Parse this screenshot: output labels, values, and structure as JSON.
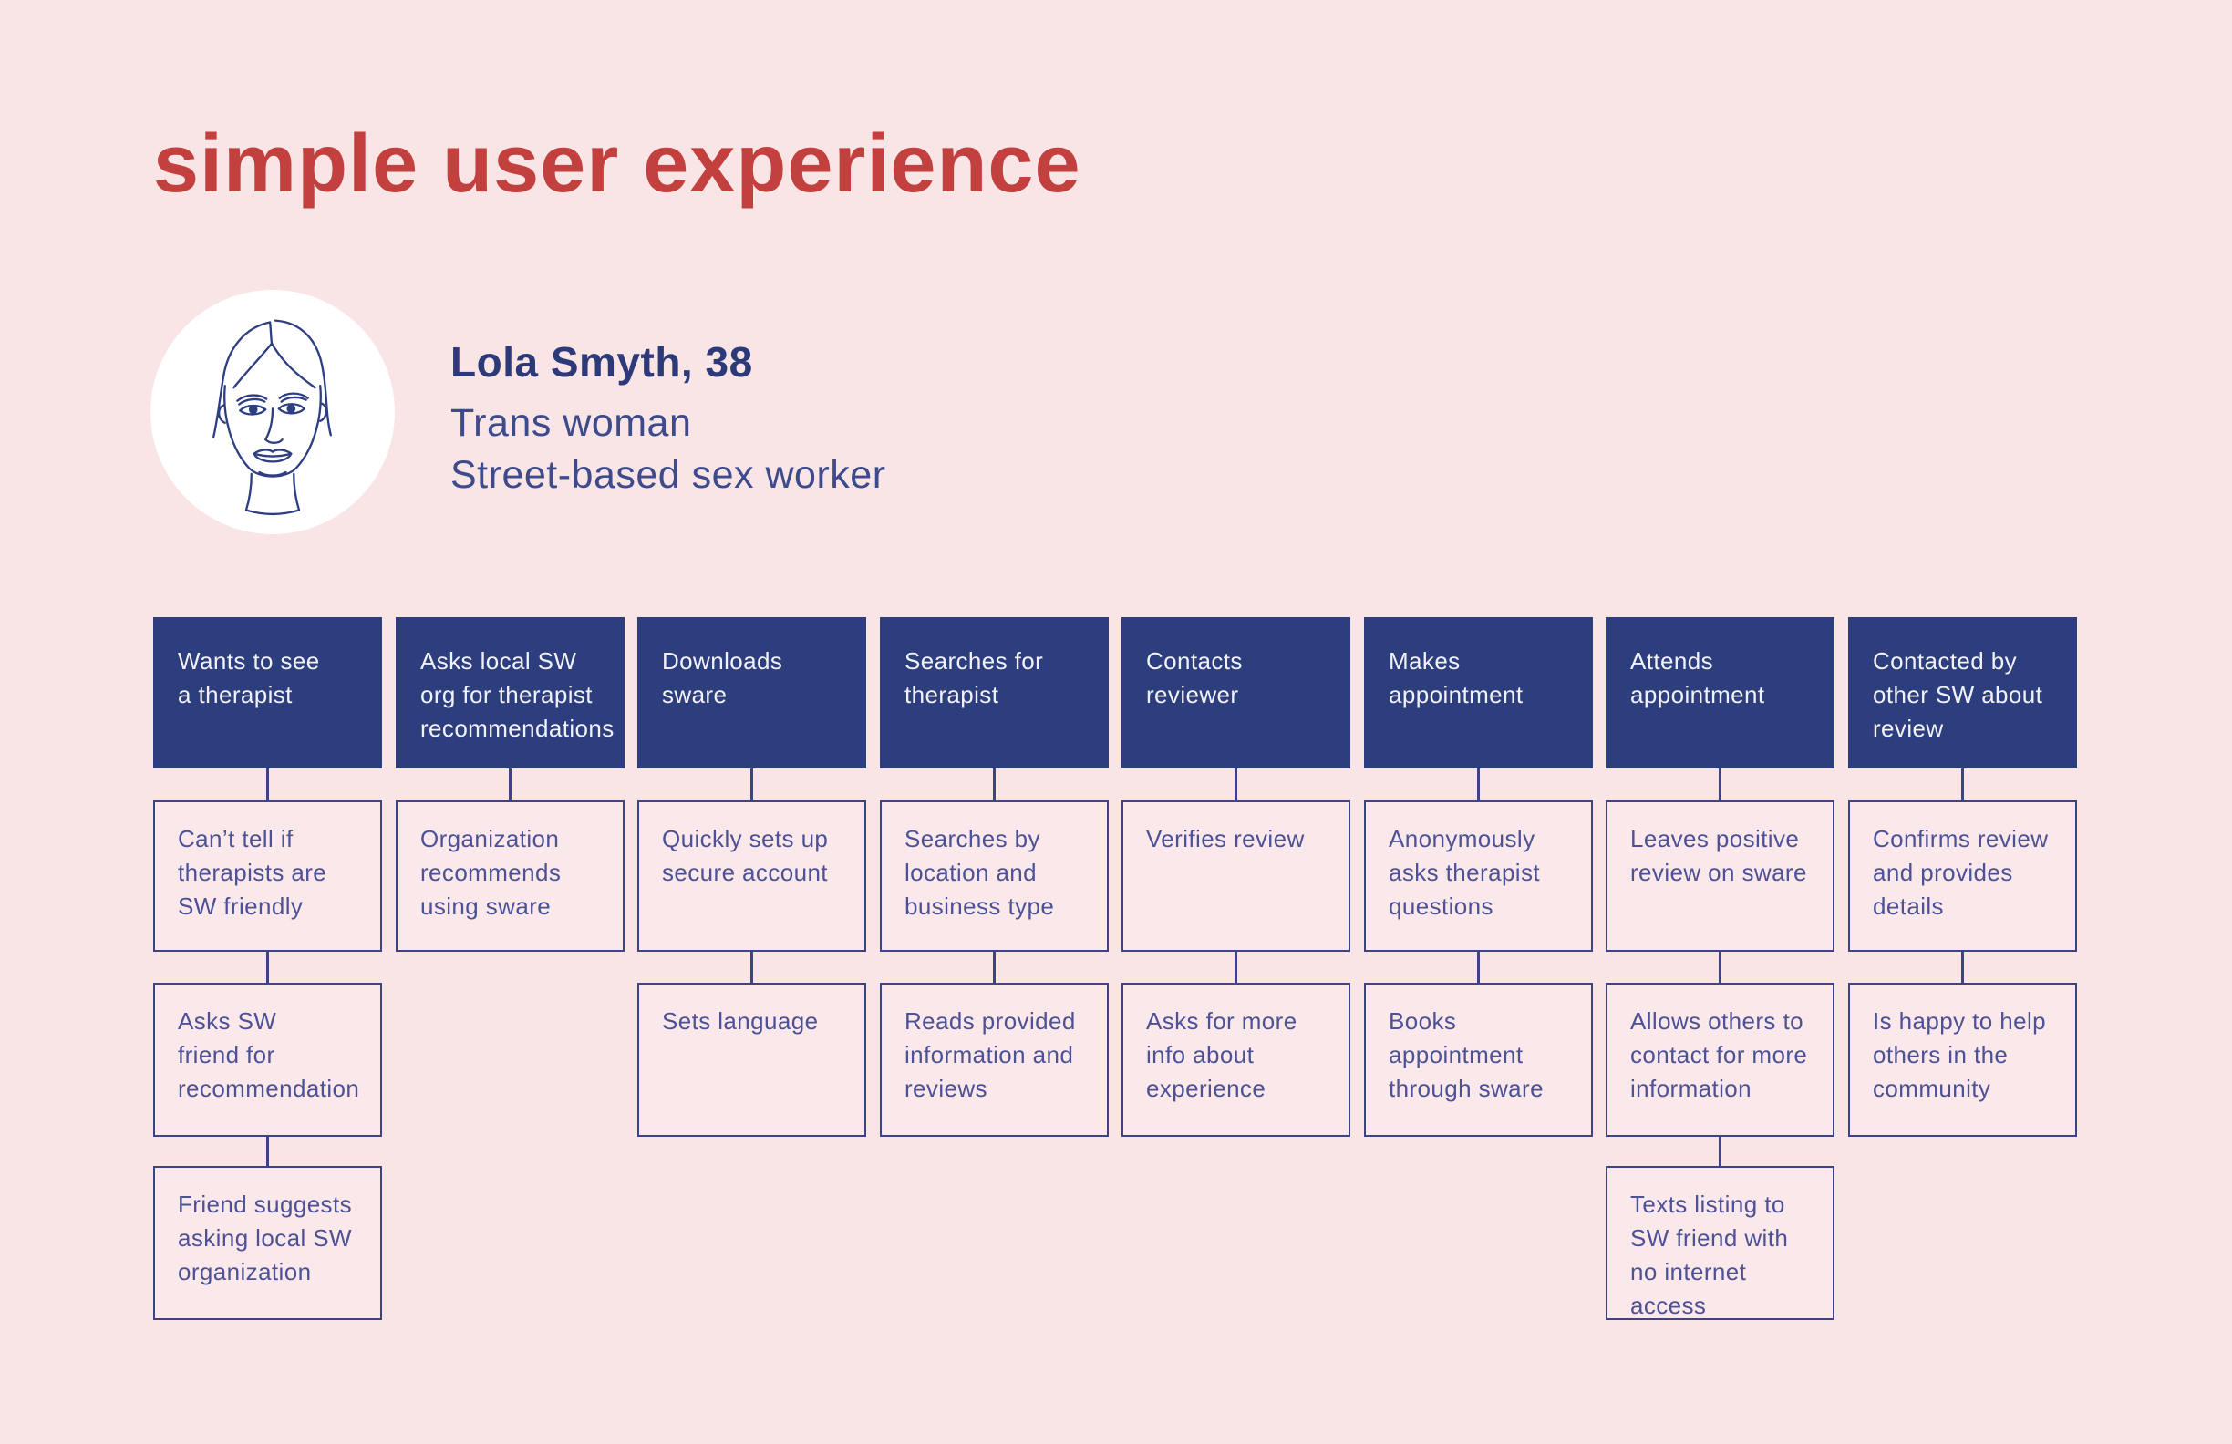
{
  "page": {
    "title": "simple user experience"
  },
  "palette": {
    "background": "#f9e4e6",
    "title_red": "#c2413f",
    "stage_fill": "#2c3e7d",
    "stage_text": "#f2f1f7",
    "outline_blue": "#3c4484",
    "step_text": "#4d5296",
    "persona_name_color": "#2c3a7a",
    "persona_body_color": "#3d4a8c",
    "avatar_background": "#ffffff"
  },
  "persona": {
    "avatar_icon": "woman-face-line-icon",
    "name": "Lola Smyth, 38",
    "attributes": [
      "Trans woman",
      "Street-based sex worker"
    ]
  },
  "journey": {
    "columns": [
      {
        "header": "Wants to see\na therapist",
        "steps": [
          "Can’t tell if\ntherapists are\nSW friendly",
          "Asks SW\nfriend for\nrecommendation",
          "Friend suggests\nasking local SW\norganization"
        ]
      },
      {
        "header": "Asks local SW\norg for therapist\nrecommendations",
        "steps": [
          "Organization\nrecommends\nusing sware"
        ]
      },
      {
        "header": "Downloads\nsware",
        "steps": [
          "Quickly sets up\nsecure account",
          "Sets language"
        ]
      },
      {
        "header": "Searches for\ntherapist",
        "steps": [
          "Searches by\nlocation and\nbusiness type",
          "Reads provided\ninformation and\nreviews"
        ]
      },
      {
        "header": "Contacts\nreviewer",
        "steps": [
          "Verifies review",
          "Asks for more\ninfo about\nexperience"
        ]
      },
      {
        "header": "Makes\nappointment",
        "steps": [
          "Anonymously\nasks therapist\nquestions",
          "Books\nappointment\nthrough sware"
        ]
      },
      {
        "header": "Attends\nappointment",
        "steps": [
          "Leaves positive\nreview on sware",
          "Allows others to\ncontact for more\ninformation",
          "Texts listing to\nSW friend with\nno internet access"
        ]
      },
      {
        "header": "Contacted by\nother SW about\nreview",
        "steps": [
          "Confirms review\nand provides\ndetails",
          "Is happy to help\nothers in the\ncommunity"
        ]
      }
    ]
  }
}
